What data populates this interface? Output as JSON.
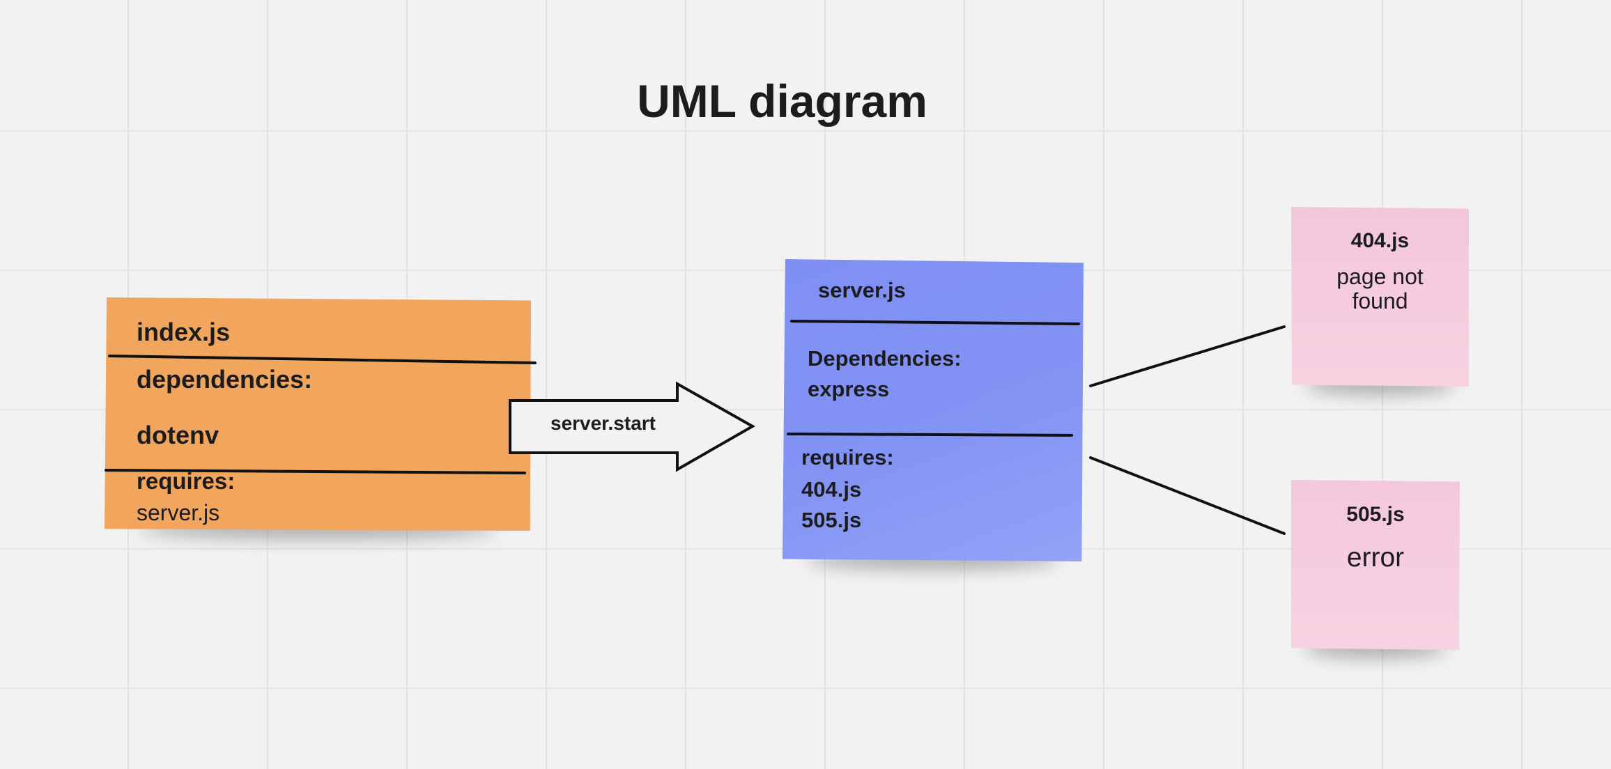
{
  "title": "UML diagram",
  "colors": {
    "canvas": "#f2f2f2",
    "grid": "#e3e3e3",
    "index_note": "#f1a55d",
    "server_note": "#8293f4",
    "error_notes": "#f6d2e1",
    "ink": "#1c1c1e"
  },
  "notes": {
    "index": {
      "name": "index.js",
      "dependencies_label": "dependencies:",
      "dependency": "dotenv",
      "requires_label": "requires:",
      "required": "server.js"
    },
    "server": {
      "name": "server.js",
      "dependencies_label": "Dependencies:",
      "dependency": "express",
      "requires_label": "requires:",
      "required": [
        "404.js",
        "505.js"
      ]
    },
    "not_found": {
      "name": "404.js",
      "description": "page not found"
    },
    "error": {
      "name": "505.js",
      "description": "error"
    }
  },
  "arrow": {
    "label": "server.start"
  }
}
